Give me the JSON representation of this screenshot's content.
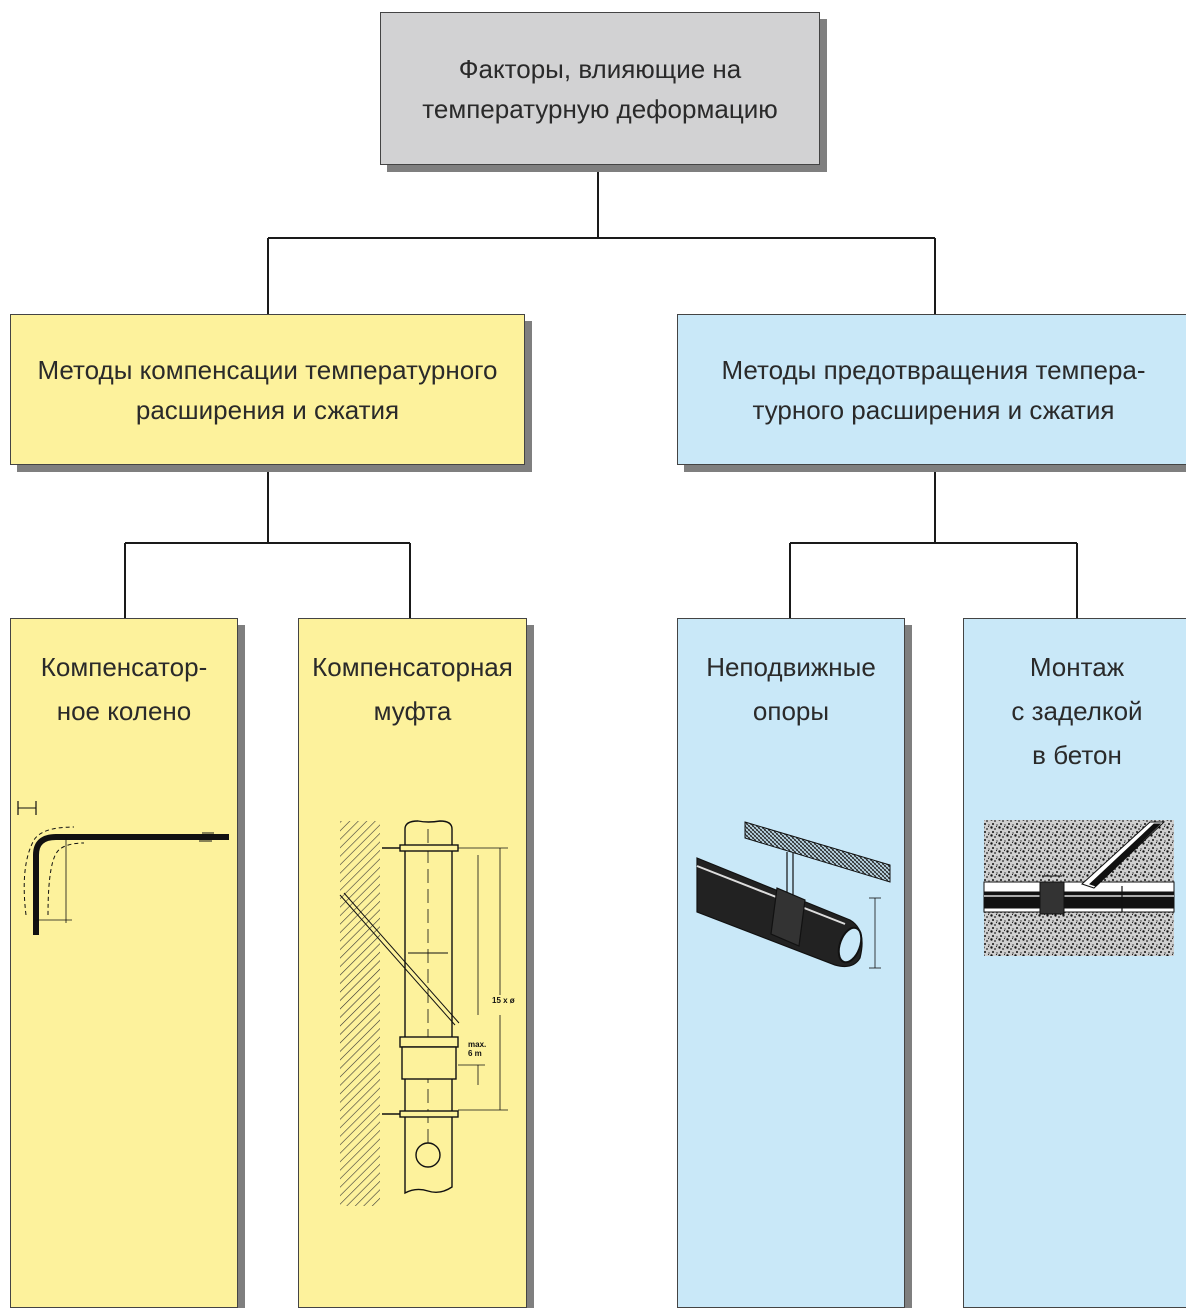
{
  "diagram": {
    "root": {
      "label": "Факторы, влияющие на\nтемпературную деформацию"
    },
    "branches": [
      {
        "label": "Методы компенсации температурного\nрасширения и сжатия",
        "color": "#fdf29c",
        "children": [
          {
            "label": "Компенсатор-\nное колено",
            "illustration": "pipe-bend-icon"
          },
          {
            "label": "Компенсаторная\nмуфта",
            "illustration": "expansion-coupling-icon",
            "annotations": {
              "spacing": "15 x ø",
              "max": "max.\n6 m"
            }
          }
        ]
      },
      {
        "label": "Методы предотвращения темпера-\nтурного расширения и сжатия",
        "color": "#c9e8f8",
        "children": [
          {
            "label": "Неподвижные\nопоры",
            "illustration": "fixed-support-icon"
          },
          {
            "label": "Монтаж\nс заделкой\nв бетон",
            "illustration": "concrete-embed-icon"
          }
        ]
      }
    ],
    "colors": {
      "root": "#d2d2d3",
      "connector": "#1a1a1a",
      "shadow": "#7f7f7f"
    }
  }
}
